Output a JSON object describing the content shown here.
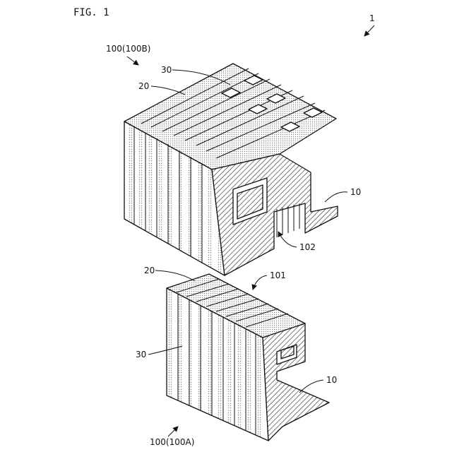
{
  "figure": {
    "title": "FIG. 1"
  },
  "labels": {
    "assembly": "1",
    "upper_block": "100(100B)",
    "lower_block": "100(100A)",
    "upper_base": "10",
    "upper_plate": "20",
    "upper_coil": "30",
    "upper_gap": "102",
    "lower_gap": "101",
    "lower_plate": "20",
    "lower_coil": "30",
    "lower_base": "10"
  },
  "colors": {
    "line": "#111111",
    "stipple": "#b8b8b8",
    "hatch": "#444444",
    "face": "#ffffff"
  }
}
